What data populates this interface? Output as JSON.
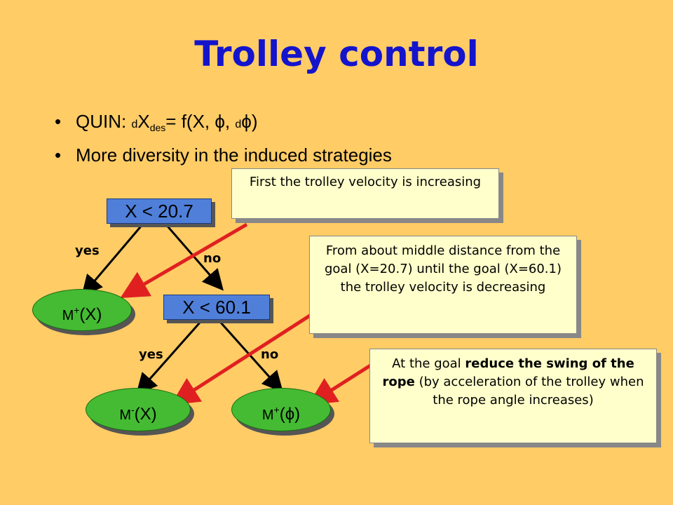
{
  "title": "Trolley control",
  "bullets": {
    "b1_prefix": "QUIN: ",
    "b1_d1": "d",
    "b1_x": "X",
    "b1_sub": "des",
    "b1_rest": "= f(X, ",
    "b1_phi": "ϕ",
    "b1_comma": ", ",
    "b1_d2": "d",
    "b1_phi2": "ϕ",
    "b1_close": ")",
    "b2": "More diversity in the induced strategies"
  },
  "tree": {
    "node1": "X < 20.7",
    "node2": "X < 60.1",
    "yes1": "yes",
    "no1": "no",
    "yes2": "yes",
    "no2": "no",
    "leaf1_m": "M",
    "leaf1_sup": "+",
    "leaf1_arg": "(X)",
    "leaf2_m": "M",
    "leaf2_sup": "-",
    "leaf2_arg": "(X)",
    "leaf3_m": "M",
    "leaf3_sup": "+",
    "leaf3_arg": "(ϕ)"
  },
  "notes": {
    "n1": "First the trolley velocity is increasing",
    "n2": "From about middle distance from the goal (X=20.7) until the goal (X=60.1) the trolley velocity is decreasing",
    "n3_a": "At the goal ",
    "n3_b": "reduce the swing of the rope",
    "n3_c": " (by acceleration of the trolley when the rope angle increases)"
  },
  "colors": {
    "background": "#FFCC66",
    "title": "#1414CC",
    "node": "#4F7FD9",
    "leaf": "#44BB33",
    "note": "#FFFFCC",
    "arrow": "#E02020"
  }
}
